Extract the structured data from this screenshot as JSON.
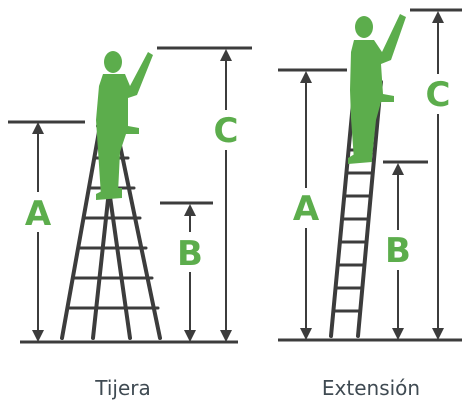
{
  "diagrams": [
    {
      "caption": "Tijera",
      "labels": {
        "a": "A",
        "b": "B",
        "c": "C"
      }
    },
    {
      "caption": "Extensión",
      "labels": {
        "a": "A",
        "b": "B",
        "c": "C"
      }
    }
  ],
  "colors": {
    "accent": "#5cad4c",
    "line": "#3c3c3c",
    "caption": "#3f4a52"
  }
}
